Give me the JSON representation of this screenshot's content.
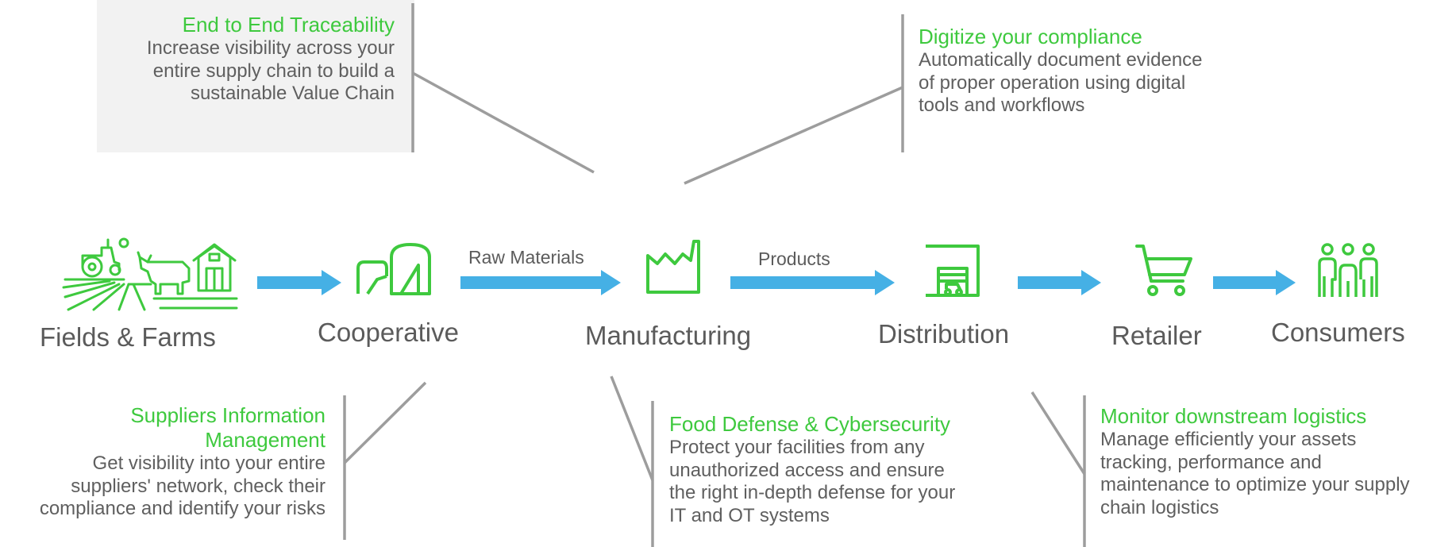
{
  "colors": {
    "accent_green": "#3ec93e",
    "arrow_blue": "#45b0e5",
    "connector_grey": "#9d9d9d",
    "text_grey": "#5b5b5b",
    "highlight_box": "#f2f2f2"
  },
  "stages": [
    {
      "label": "Fields & Farms",
      "icon": "farm-icon"
    },
    {
      "label": "Cooperative",
      "icon": "silo-icon"
    },
    {
      "label": "Manufacturing",
      "icon": "factory-icon"
    },
    {
      "label": "Distribution",
      "icon": "warehouse-icon"
    },
    {
      "label": "Retailer",
      "icon": "cart-icon"
    },
    {
      "label": "Consumers",
      "icon": "people-icon"
    }
  ],
  "flow_labels": {
    "raw_materials": "Raw Materials",
    "products": "Products"
  },
  "callouts": {
    "traceability": {
      "title": "End to End Traceability",
      "lines": [
        "Increase visibility across your",
        "entire supply chain to build a",
        "sustainable Value Chain"
      ]
    },
    "compliance": {
      "title": "Digitize your compliance",
      "lines": [
        "Automatically document evidence",
        "of proper operation using digital",
        "tools and workflows"
      ]
    },
    "suppliers": {
      "title_lines": [
        "Suppliers Information",
        "Management"
      ],
      "lines": [
        "Get visibility into your entire",
        "suppliers' network, check their",
        "compliance and identify your risks"
      ]
    },
    "food_defense": {
      "title": "Food Defense & Cybersecurity",
      "lines": [
        "Protect your facilities from any",
        "unauthorized access and ensure",
        "the right in-depth defense for your",
        "IT and OT systems"
      ]
    },
    "logistics": {
      "title": "Monitor downstream logistics",
      "lines": [
        "Manage efficiently your assets",
        "tracking, performance and",
        "maintenance to optimize your supply",
        "chain logistics"
      ]
    }
  }
}
